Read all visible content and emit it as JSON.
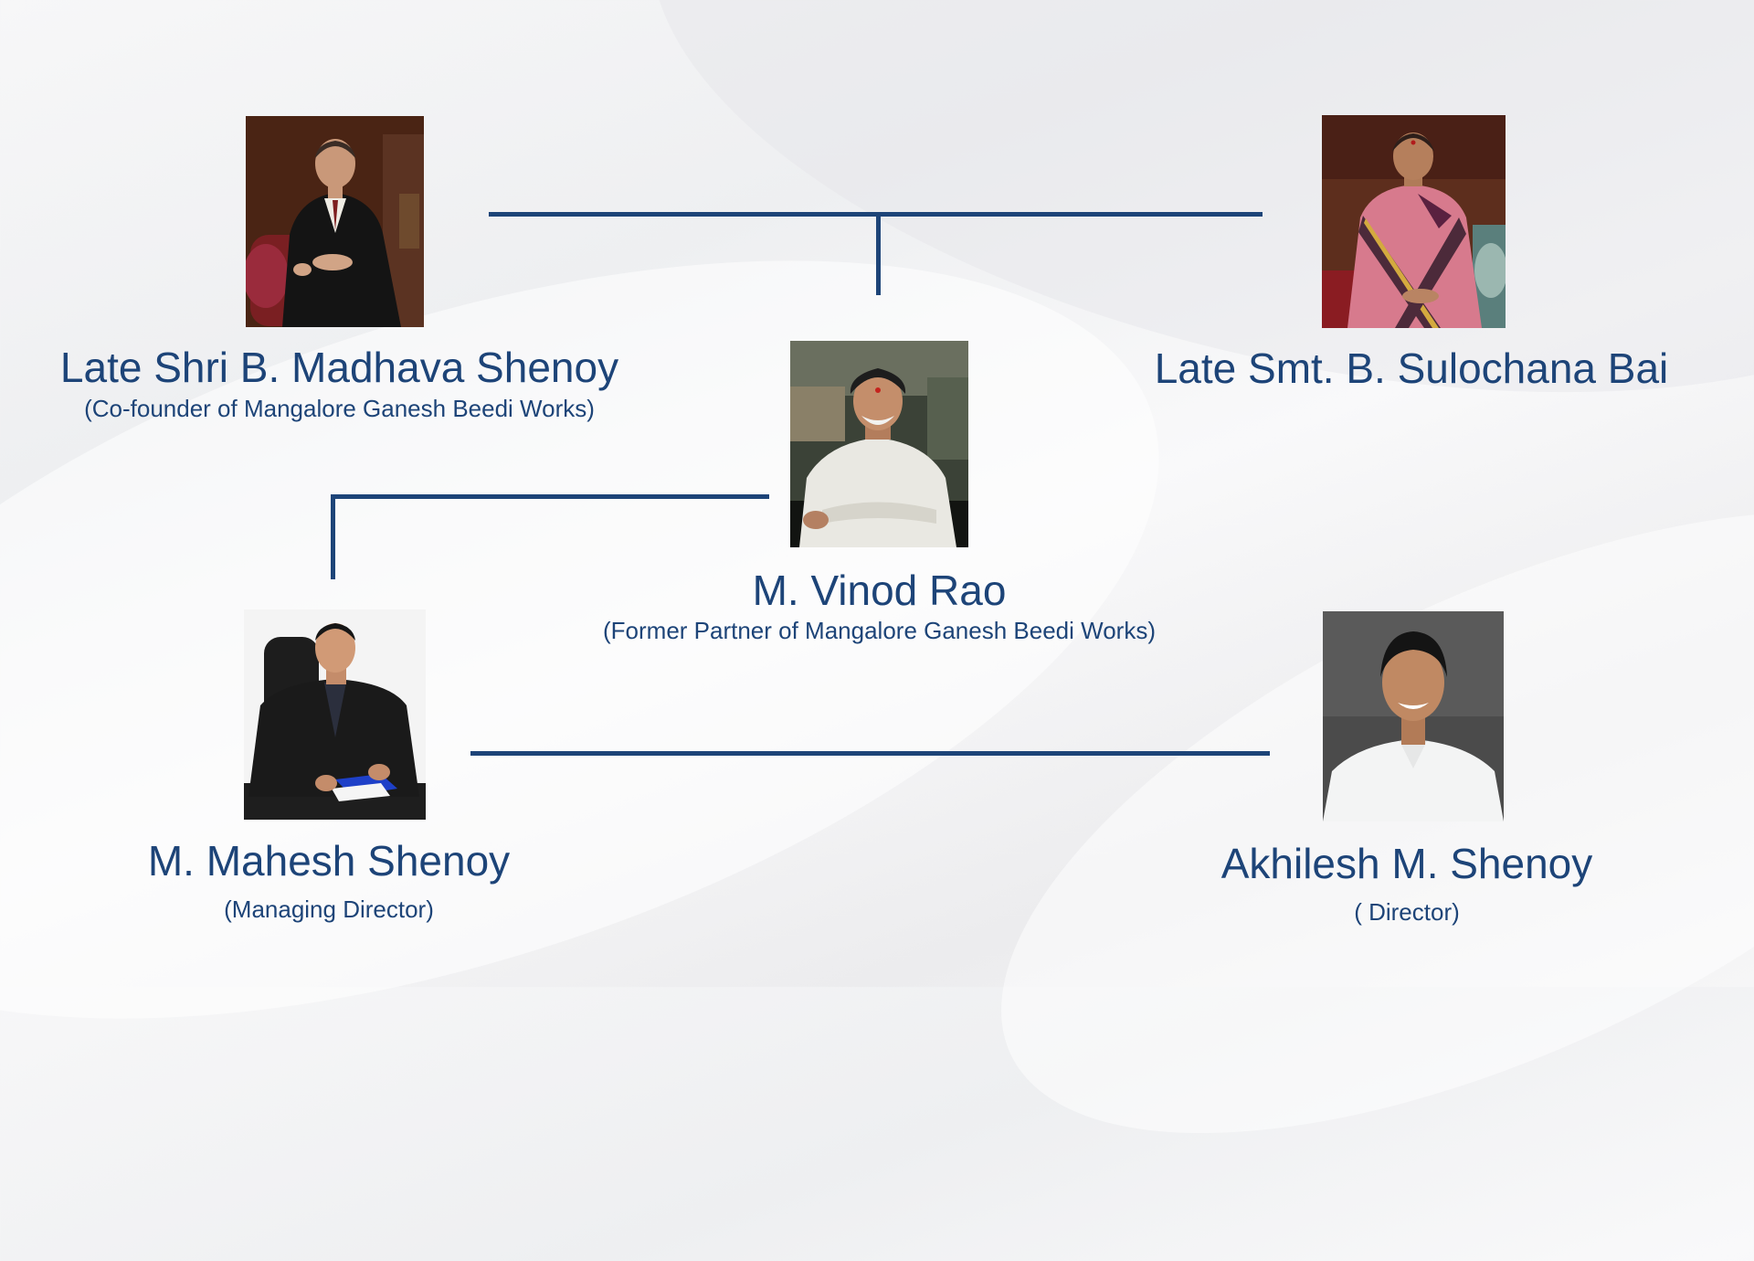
{
  "people": {
    "madhava": {
      "name": "Late Shri B. Madhava Shenoy",
      "role": "(Co-founder of Mangalore Ganesh Beedi Works)"
    },
    "sulochana": {
      "name": "Late Smt. B. Sulochana Bai"
    },
    "vinod": {
      "name": "M. Vinod Rao",
      "role": "(Former Partner of Mangalore Ganesh Beedi Works)"
    },
    "mahesh": {
      "name": "M. Mahesh Shenoy",
      "role": "(Managing Director)"
    },
    "akhilesh": {
      "name": "Akhilesh M. Shenoy",
      "role": "( Director)"
    }
  },
  "colors": {
    "accent": "#1d4478",
    "background": "#f2f2f4"
  }
}
